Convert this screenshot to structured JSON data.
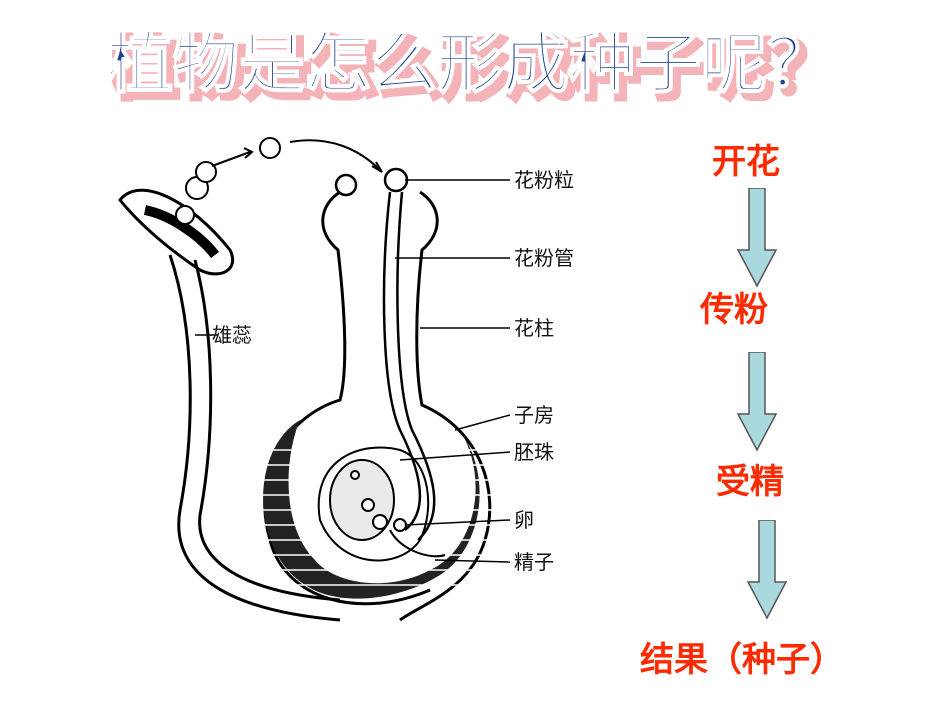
{
  "title": "植物是怎么形成种子呢？",
  "diagram": {
    "stamen_label": "雄蕊",
    "labels": [
      "花粉粒",
      "花粉管",
      "花柱",
      "子房",
      "胚珠",
      "卵",
      "精子"
    ]
  },
  "process": {
    "steps": [
      "开花",
      "传粉",
      "受精",
      "结果（种子）"
    ]
  },
  "colors": {
    "title_fill": "#1f3f8f",
    "title_shadow": "#f3b3b8",
    "step_text": "#ff2a00",
    "arrow_fill": "#a9d9df"
  }
}
